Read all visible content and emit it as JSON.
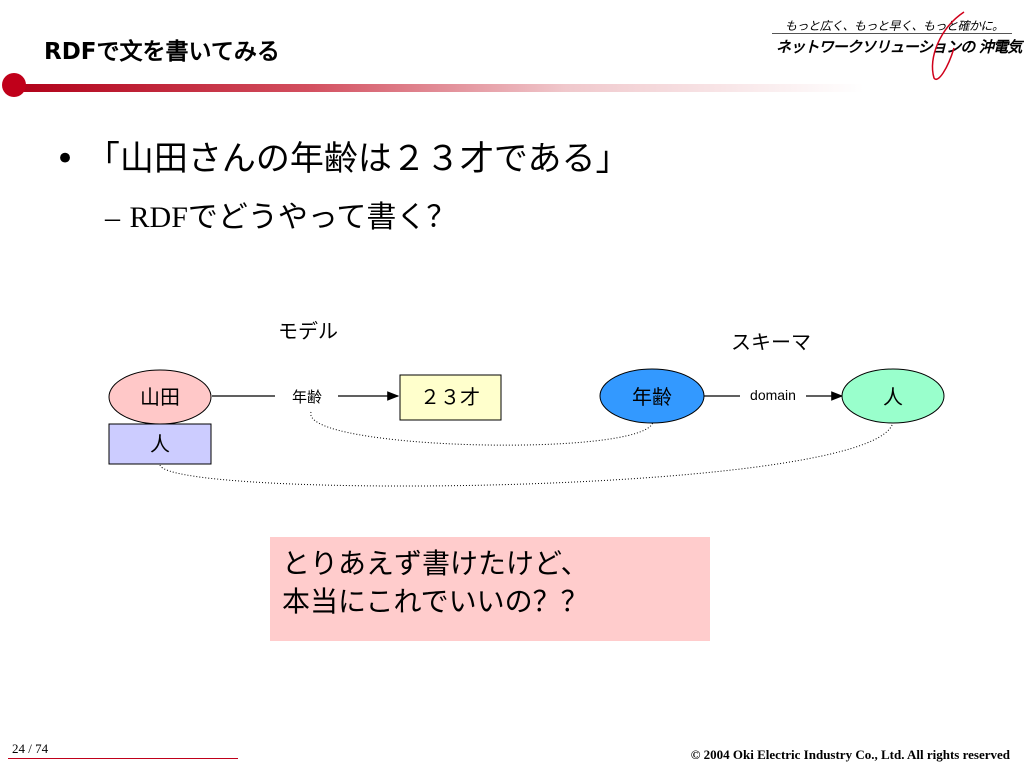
{
  "slide": {
    "title": "RDFで文を書いてみる",
    "bullet_marker": "•",
    "bullet_main": "「山田さんの年齢は２３才である」",
    "sub_marker": "–",
    "sub_rdf": "RDF",
    "sub_rest": "でどうやって書く？"
  },
  "logo": {
    "tagline": "もっと広く、もっと早く、もっと確かに。",
    "main": "ネットワークソリューションの 沖電気"
  },
  "diagram": {
    "model_label": "モデル",
    "schema_label": "スキーマ",
    "node_yamada": "山田",
    "node_person_box": "人",
    "edge_age": "年齢",
    "node_age_value": "２３才",
    "node_age_prop": "年齢",
    "edge_domain": "domain",
    "node_person": "人",
    "colors": {
      "yamada_fill": "#ffc8c8",
      "person_box_fill": "#ccccff",
      "age_value_fill": "#ffffcc",
      "age_prop_fill": "#3399ff",
      "person_fill": "#99ffcc"
    }
  },
  "callout": {
    "line1": "とりあえず書けたけど、",
    "line2": "本当にこれでいいの？？"
  },
  "footer": {
    "page_number": "24 / 74",
    "copyright": "© 2004 Oki Electric Industry Co., Ltd. All rights reserved"
  },
  "brand_color": "#c0001a"
}
